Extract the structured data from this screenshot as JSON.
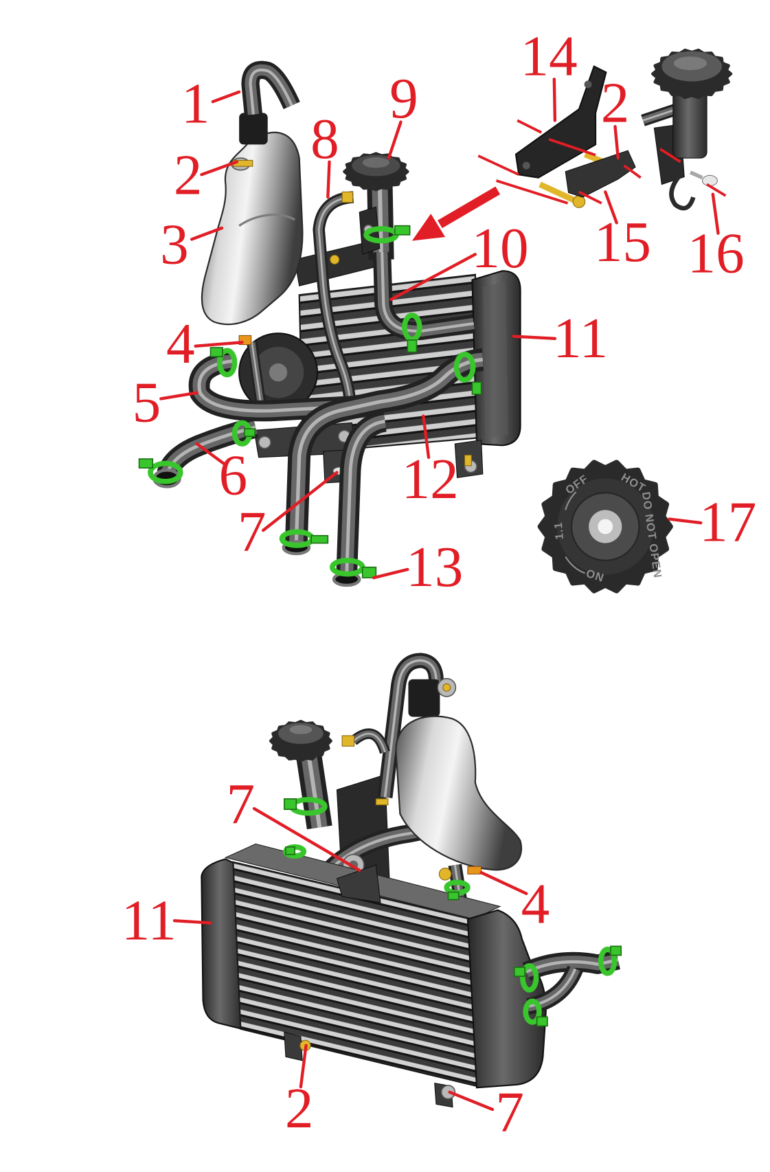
{
  "upper_view": {
    "callouts": [
      "1",
      "2",
      "3",
      "4",
      "5",
      "6",
      "7",
      "8",
      "9",
      "10",
      "11",
      "12",
      "13",
      "14",
      "2",
      "15",
      "16",
      "17"
    ]
  },
  "lower_view": {
    "callouts": [
      "7",
      "11",
      "4",
      "2",
      "7"
    ]
  },
  "cap_17_markings": {
    "off": "OFF",
    "hot": "HOT",
    "warning": "DO NOT OPEN",
    "pressure": "1.1",
    "on": "ON"
  },
  "colors": {
    "callout": "#e11d25",
    "hose_clamp": "#39c52c",
    "fastener_yellow": "#e2b62b",
    "fastener_orange": "#e8951c"
  }
}
